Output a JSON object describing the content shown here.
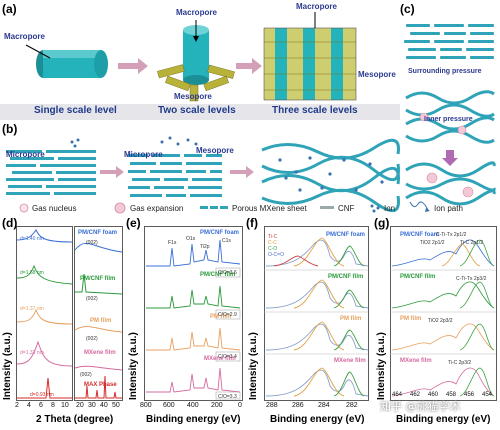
{
  "panels": {
    "a": {
      "label": "(a)",
      "macropore_1": "Macropore",
      "macropore_2": "Macropore",
      "macropore_3": "Macropore",
      "mesopore_1": "Mesopore",
      "mesopore_2": "Mesopore",
      "single": "Single scale level",
      "two": "Two scale levels",
      "three": "Three scale levels"
    },
    "b": {
      "label": "(b)",
      "micropore_1": "Micropore",
      "micropore_2": "Micropore",
      "mesopore": "Mesopore"
    },
    "c": {
      "label": "(c)",
      "surrounding": "Surrounding pressure",
      "inner": "Inner pressure"
    },
    "legend": {
      "gas_nucleus": "Gas nucleus",
      "gas_expansion": "Gas expansion",
      "porous": "Porous MXene sheet",
      "cnf": "CNF",
      "ion": "Ion",
      "ion_path": "Ion path"
    },
    "d": {
      "label": "(d)",
      "ylabel": "Intensity (a.u.)",
      "xlabel": "2 Theta (degree)",
      "d_labels": [
        "d=1.40 nm",
        "d=1.68 nm",
        "d=1.37 nm",
        "d=1.33 nm",
        "d=0.93 nm"
      ],
      "series": [
        "PM/CNF foam",
        "PM/CNF film",
        "PM film",
        "MXene film",
        "MAX Phase"
      ],
      "peak": "(002)",
      "ticks_left": [
        "2",
        "4",
        "6",
        "8",
        "10"
      ],
      "ticks_right": [
        "20",
        "30",
        "40",
        "50"
      ]
    },
    "e": {
      "label": "(e)",
      "ylabel": "Intensity (a.u.)",
      "xlabel": "Binding energy (eV)",
      "series": [
        "PM/CNF foam",
        "PM/CNF film",
        "PM film",
        "MXene film"
      ],
      "ticks": [
        "800",
        "600",
        "400",
        "200",
        "0"
      ],
      "peaks": [
        "F1s",
        "O1s",
        "Ti2p",
        "C1s"
      ],
      "ratios": [
        "C/O=3.6",
        "C/O=2.9",
        "C/O=3.4",
        "C/O=3.3"
      ]
    },
    "f": {
      "label": "(f)",
      "ylabel": "Intensity (a.u.)",
      "xlabel": "Binding energy (eV)",
      "series": [
        "PM/CNF foam",
        "PM/CNF film",
        "PM film",
        "MXene film"
      ],
      "components": [
        "Ti-C",
        "C-C",
        "C-O",
        "O-C=O"
      ],
      "ticks": [
        "288",
        "286",
        "284",
        "282"
      ]
    },
    "g": {
      "label": "(g)",
      "ylabel": "Intensity (a.u.)",
      "xlabel": "Binding energy (eV)",
      "series": [
        "PM/CNF foam",
        "PM/CNF film",
        "PM film",
        "MXene film"
      ],
      "components": [
        "C-Ti-Tx 2p1/2",
        "TiO2 2p1/2",
        "Ti-C 2p1/2",
        "C-Ti-Tx 2p3/2",
        "TiO2 2p3/2",
        "Ti-C 2p3/2"
      ],
      "ticks": [
        "464",
        "462",
        "460",
        "458",
        "456",
        "454"
      ]
    }
  },
  "watermark": "知乎 @熊猫学术",
  "colors": {
    "teal": "#1aa6b0",
    "blue_caption": "#1f3a8a",
    "olive": "#9a9a2a",
    "pink": "#d98aa8"
  }
}
